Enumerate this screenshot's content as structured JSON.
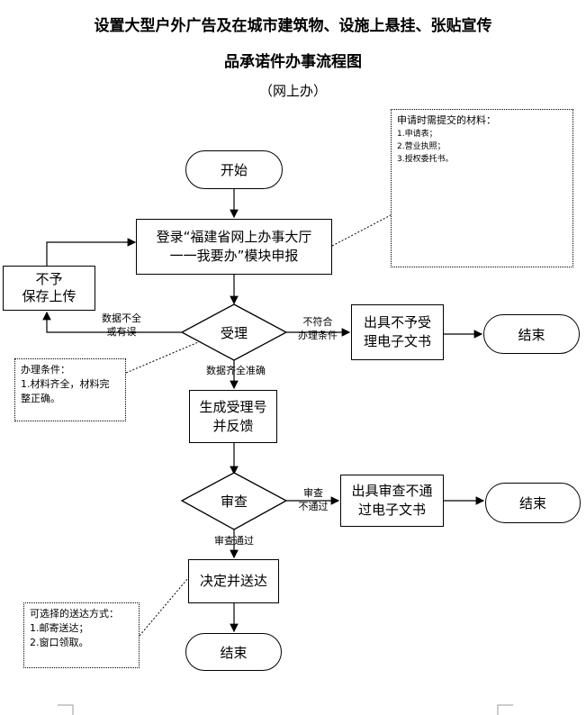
{
  "title": {
    "line1": "设置大型户外广告及在城市建筑物、设施上悬挂、张贴宣传",
    "line2": "品承诺件办事流程图",
    "subtitle": "（网上办）"
  },
  "nodes": {
    "start": "开始",
    "login_line1": "登录“福建省网上办事大厅",
    "login_line2": "一一我要办”模块申报",
    "reject_line1": "不予",
    "reject_line2": "保存上传",
    "accept": "受理",
    "refuse_doc_line1": "出具不予受",
    "refuse_doc_line2": "理电子文书",
    "end1": "结束",
    "gen_line1": "生成受理号",
    "gen_line2": "并反馈",
    "review": "审查",
    "fail_doc_line1": "出具审查不通",
    "fail_doc_line2": "过电子文书",
    "end2": "结束",
    "decide": "决定并送达",
    "end3": "结束"
  },
  "labels": {
    "incomplete_line1": "数据不全",
    "incomplete_line2": "或有误",
    "not_meet_line1": "不符合",
    "not_meet_line2": "办理条件",
    "complete": "数据齐全准确",
    "not_pass_line1": "审查",
    "not_pass_line2": "不通过",
    "pass": "审查通过"
  },
  "notes": {
    "materials": {
      "heading": "申请时需提交的材料：",
      "items": [
        "1.申请表；",
        "2.营业执照；",
        "3.授权委托书。"
      ]
    },
    "conditions": {
      "heading": "办理条件：",
      "line1": "1.材料齐全，材料完",
      "line2": "整正确。"
    },
    "delivery": {
      "heading": "可选择的送达方式：",
      "items": [
        "1.邮寄送达；",
        "2.窗口领取。"
      ]
    }
  }
}
